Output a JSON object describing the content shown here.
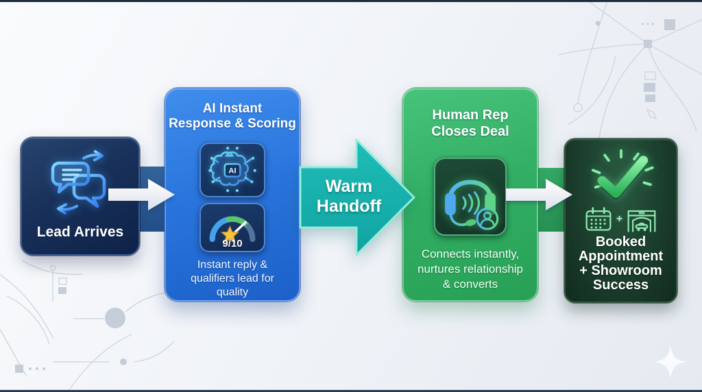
{
  "meta": {
    "kind": "sales-lead-flow-diagram"
  },
  "colors": {
    "lead_box": "#16294d",
    "ai_box": "#2a76de",
    "blue_connector": "#2c5f9c",
    "warm_arrow_fill": "#16b0ac",
    "warm_arrow_border": "#92ecdf",
    "human_box": "#33b065",
    "green_connector": "#2f9f5d",
    "outcome_box": "#1b3829",
    "text": "#ffffff",
    "background": "#eef1f6",
    "pattern": "#ccd4e0",
    "gauge_star": "#f5c243"
  },
  "steps": {
    "lead": {
      "label": "Lead Arrives",
      "icon": "chat-transfer-icon"
    },
    "ai": {
      "title_lines": [
        "AI Instant",
        "Response & Scoring"
      ],
      "chip_label": "AI",
      "score": "9/10",
      "caption_lines": [
        "Instant reply &",
        "qualifiers lead for",
        "quality"
      ],
      "icons": [
        "ai-brain-icon",
        "lead-score-gauge-icon"
      ]
    },
    "handoff": {
      "label_lines": [
        "Warm",
        "Handoff"
      ]
    },
    "human": {
      "title_lines": [
        "Human Rep",
        "Closes Deal"
      ],
      "caption_lines": [
        "Connects instantly,",
        "nurtures relationship",
        "& converts"
      ],
      "icon": "headset-agent-icon"
    },
    "outcome": {
      "plus": "+",
      "label_lines": [
        "Booked",
        "Appointment",
        "+ Showroom",
        "Success"
      ],
      "icons": [
        "check-burst-icon",
        "calendar-icon",
        "showroom-car-icon"
      ]
    }
  }
}
